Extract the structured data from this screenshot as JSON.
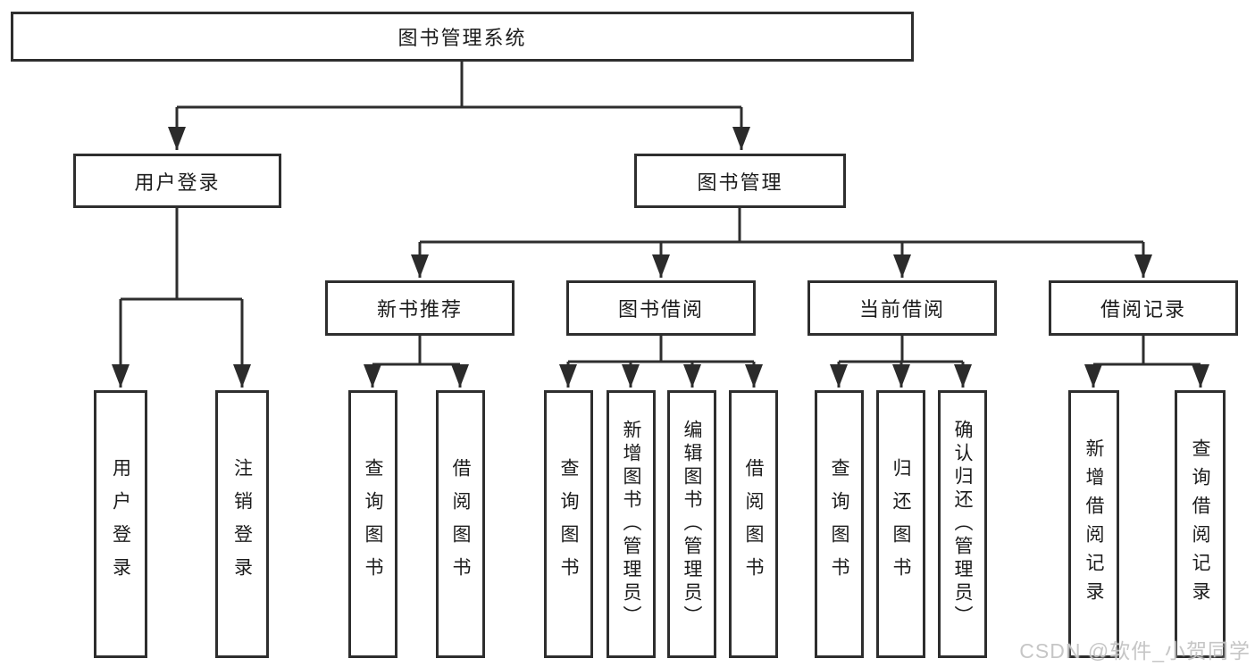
{
  "diagram": {
    "root": "图书管理系统",
    "branches": [
      {
        "label": "用户登录",
        "children": [
          "用户登录",
          "注销登录"
        ]
      },
      {
        "label": "图书管理",
        "groups": [
          {
            "label": "新书推荐",
            "children": [
              "查询图书",
              "借阅图书"
            ]
          },
          {
            "label": "图书借阅",
            "children": [
              "查询图书",
              "新增图书（管理员）",
              "编辑图书（管理员）",
              "借阅图书"
            ]
          },
          {
            "label": "当前借阅",
            "children": [
              "查询图书",
              "归还图书",
              "确认归还（管理员）"
            ]
          },
          {
            "label": "借阅记录",
            "children": [
              "新增借阅记录",
              "查询借阅记录"
            ]
          }
        ]
      }
    ],
    "line_color": "#2e2e2e",
    "box_background": "#ffffff"
  },
  "watermark": "CSDN @软件_小贺同学"
}
